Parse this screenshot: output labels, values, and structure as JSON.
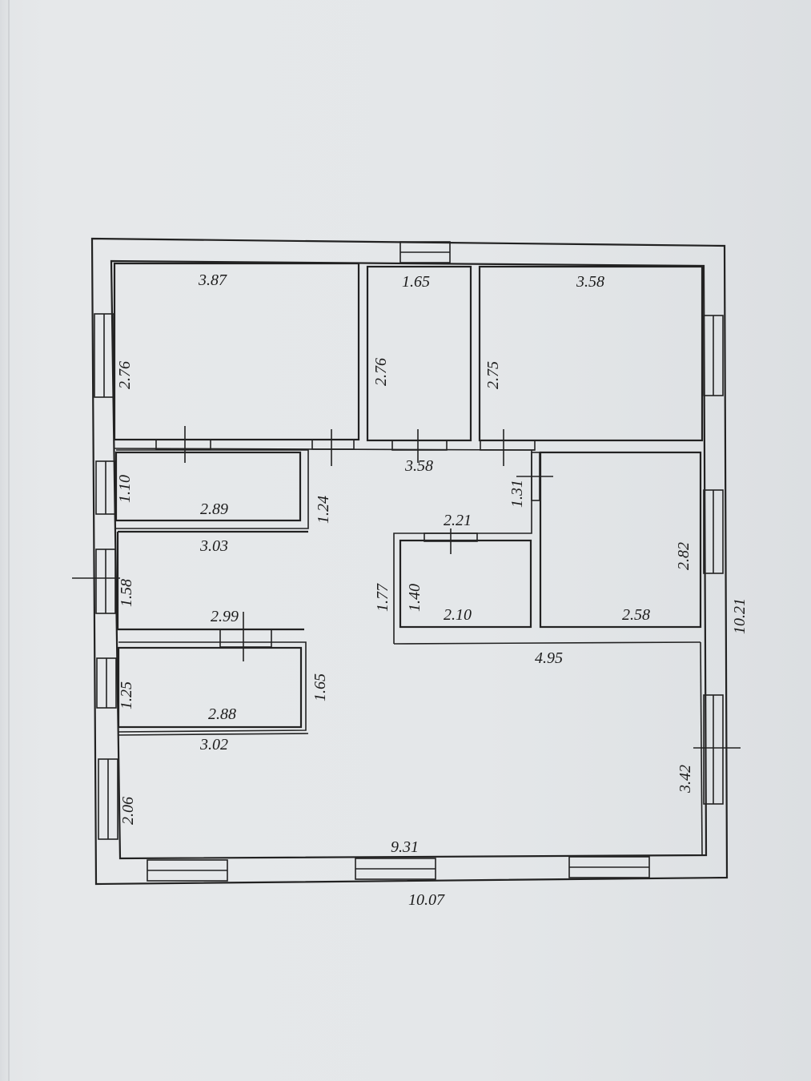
{
  "floorplan": {
    "overall": {
      "width": "10.07",
      "height": "10.21"
    },
    "labels": {
      "r1_w": "3.87",
      "r1_h": "2.76",
      "r2_w": "1.65",
      "r2_h": "2.76",
      "r3_w": "3.58",
      "r3_h": "2.75",
      "corridor_top": "3.58",
      "r4_w": "2.89",
      "r4_h": "1.10",
      "corridor_left": "1.24",
      "corridor_right": "1.31",
      "r5_w": "3.03",
      "r5_h": "1.58",
      "r6_top": "2.21",
      "r6_w": "2.10",
      "r6_h": "1.40",
      "hall_left": "1.77",
      "r7_w": "2.58",
      "r7_h": "2.82",
      "r8_top": "2.99",
      "r8_w": "2.88",
      "r8_h": "1.25",
      "hall_mid": "1.65",
      "big_top": "4.95",
      "big_right": "3.42",
      "big_left_top": "3.02",
      "big_left": "2.06",
      "big_bottom": "9.31"
    }
  }
}
